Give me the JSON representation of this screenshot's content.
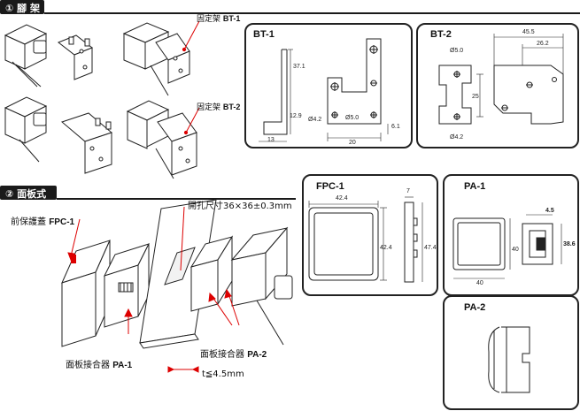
{
  "section1": {
    "number": "①",
    "title": "腳 架"
  },
  "section2": {
    "number": "②",
    "title": "面板式"
  },
  "bracket_labels": {
    "bt1_prefix": "固定架",
    "bt1": "BT-1",
    "bt2_prefix": "固定架",
    "bt2": "BT-2"
  },
  "bt1_panel": {
    "title": "BT-1",
    "dims": {
      "height": "37.1",
      "lower": "12.9",
      "hole_small": "Ø4.2",
      "hole_big": "Ø5.0",
      "depth": "13",
      "width": "20",
      "thick": "6.1"
    }
  },
  "bt2_panel": {
    "title": "BT-2",
    "dims": {
      "hole_top": "Ø5.0",
      "height": "25",
      "hole_bot": "Ø4.2",
      "overall": "45.5",
      "inner": "26.2"
    }
  },
  "fpc1_panel": {
    "title": "FPC-1",
    "dims": {
      "width": "42.4",
      "height": "42.4",
      "depth": "7",
      "side": "47.4"
    }
  },
  "pa1_panel": {
    "title": "PA-1",
    "dims": {
      "width": "40",
      "height": "40",
      "t": "4.5",
      "side": "38.6"
    }
  },
  "pa2_panel": {
    "title": "PA-2"
  },
  "assembly": {
    "cutout": "開孔尺寸36×36±0.3mm",
    "cover_prefix": "前保護蓋",
    "cover": "FPC-1",
    "pa1_prefix": "面板接合器",
    "pa1": "PA-1",
    "pa2_prefix": "面板接合器",
    "pa2": "PA-2",
    "thickness": "t≦4.5mm"
  }
}
